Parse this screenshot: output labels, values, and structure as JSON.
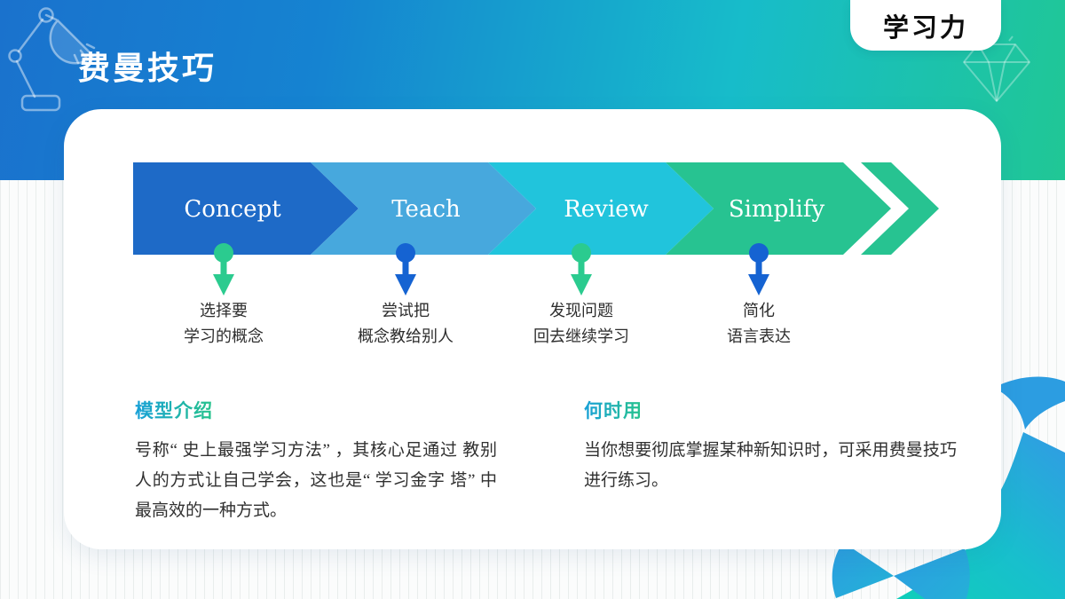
{
  "slide": {
    "title": "费曼技巧",
    "badge_label": "学习力"
  },
  "flow": {
    "steps": [
      {
        "label": "Concept",
        "color": "#1e6ac7",
        "pin_color": "#2bcb8f",
        "desc": [
          "选择要",
          "学习的概念"
        ]
      },
      {
        "label": "Teach",
        "color": "#47a8dd",
        "pin_color": "#1563d2",
        "desc": [
          "尝试把",
          "概念教给别人"
        ]
      },
      {
        "label": "Review",
        "color": "#21c4dc",
        "pin_color": "#2bcb8f",
        "desc": [
          "发现问题",
          "回去继续学习"
        ]
      },
      {
        "label": "Simplify",
        "color": "#27c391",
        "pin_color": "#1563d2",
        "desc": [
          "简化",
          "语言表达"
        ]
      }
    ],
    "end_chevron_color": "#27c391"
  },
  "sections": [
    {
      "heading": "模型介绍",
      "body": "号称“ 史上最强学习方法” ，其核心足通过 教别人的方式让自己学会，这也是“ 学习金字 塔” 中最高效的一种方式。"
    },
    {
      "heading": "何时用",
      "body": "当你想要彻底掌握某种新知识时，可采用费曼技巧进行练习。"
    }
  ],
  "colors": {
    "band_gradient": [
      "#1a72cd",
      "#17bcca",
      "#20c795"
    ],
    "heading_gradient": [
      "#18a0d8",
      "#26c38b"
    ],
    "step_text": "#2e2e2e",
    "card_background": "#ffffff",
    "bottom_decoration_blue": "#2c9de1",
    "bottom_decoration_teal": "#12c8bd"
  },
  "icons": {
    "desk_lamp": "desk-lamp-icon",
    "diamond": "diamond-icon",
    "pin_arrow": "pin-arrow-down-icon",
    "end_chevron": "chevron-right-icon"
  }
}
